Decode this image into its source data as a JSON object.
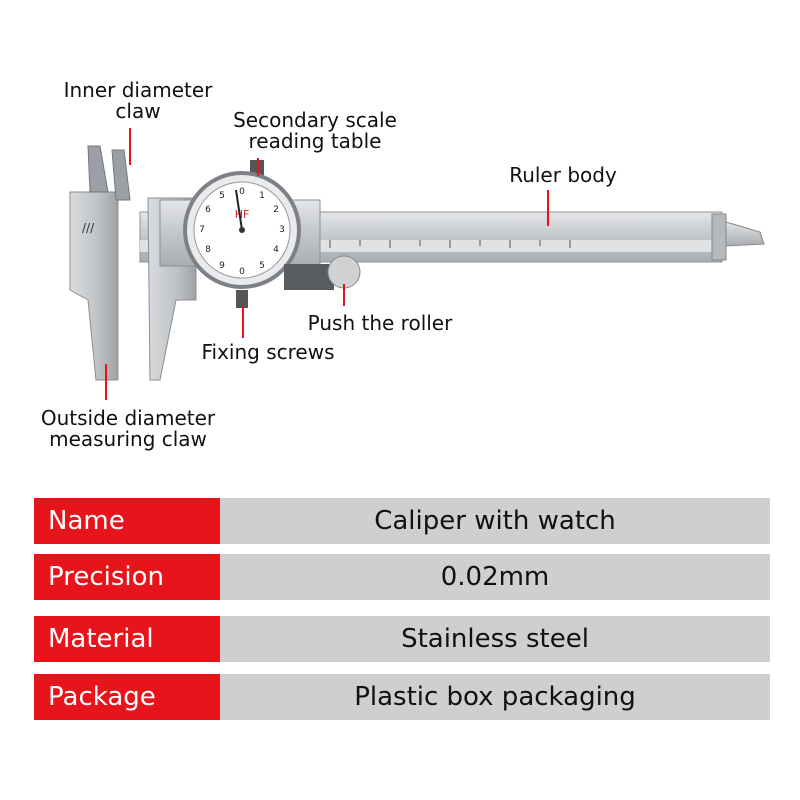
{
  "callouts": {
    "inner_claw": [
      "Inner diameter",
      "claw"
    ],
    "secondary_scale": [
      "Secondary scale",
      "reading table"
    ],
    "ruler_body": [
      "Ruler body"
    ],
    "push_roller": [
      "Push the roller"
    ],
    "fixing_screws": [
      "Fixing screws"
    ],
    "outside_claw": [
      "Outside diameter",
      "measuring claw"
    ]
  },
  "specs": [
    {
      "name": "Name",
      "value": "Caliper with watch"
    },
    {
      "name": "Precision",
      "value": "0.02mm"
    },
    {
      "name": "Material",
      "value": "Stainless steel"
    },
    {
      "name": "Package",
      "value": "Plastic box packaging"
    }
  ],
  "colors": {
    "accent": "#e8141c",
    "value_bg": "#cfcfcf",
    "steel": "#c9cccf"
  }
}
